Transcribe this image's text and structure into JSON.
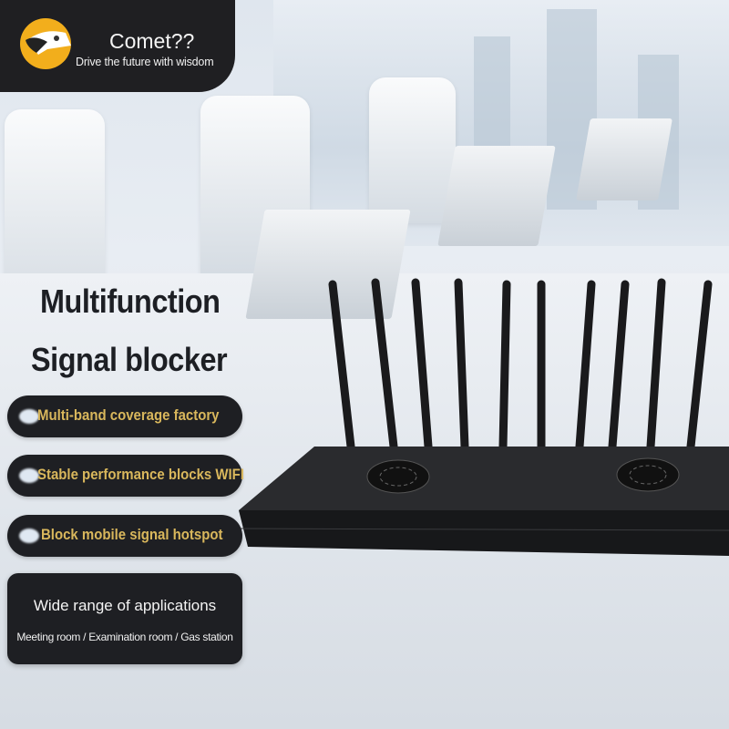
{
  "brand": {
    "name": "Comet??",
    "tagline": "Drive the future with wisdom",
    "logo_icon": "eagle-head-icon",
    "logo_color": "#f2ae1c"
  },
  "headline": {
    "line1": "Multifunction",
    "line2": "Signal blocker"
  },
  "features": [
    {
      "label": "Multi-band coverage factory"
    },
    {
      "label": "Stable performance blocks WIFI"
    },
    {
      "label": "Block mobile signal hotspot"
    }
  ],
  "applications": {
    "title": "Wide range of applications",
    "list": "Meeting room / Examination room / Gas station"
  },
  "colors": {
    "accent_text": "#d9b75c",
    "panel": "#1e1f23"
  }
}
